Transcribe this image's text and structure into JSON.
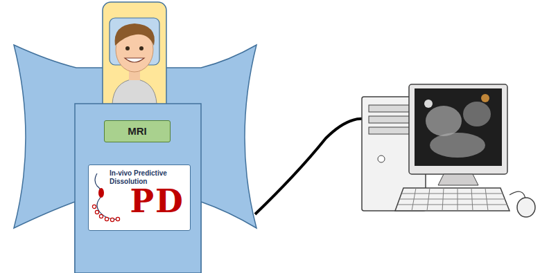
{
  "diagram": {
    "nodes": [
      {
        "text": [
          "MRI"
        ]
      },
      {
        "text": [
          "In-vivo Predictive Dissolution",
          "PD"
        ]
      }
    ]
  }
}
